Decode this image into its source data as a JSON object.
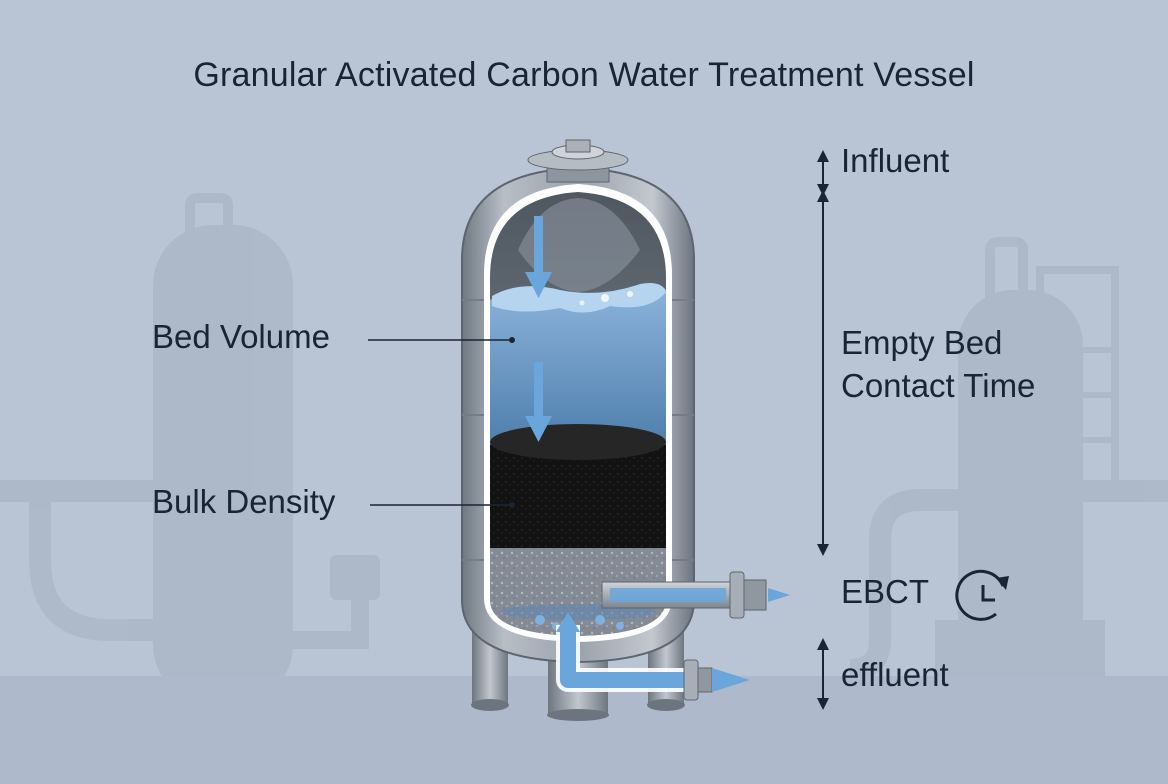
{
  "title": "Granular Activated Carbon Water Treatment Vessel",
  "labels": {
    "influent": "Influent",
    "bed_volume": "Bed Volume",
    "ebct_line1": "Empty Bed",
    "ebct_line2": "Contact Time",
    "bulk_density": "Bulk Density",
    "ebct_abbrev": "EBCT",
    "effluent": "effluent"
  },
  "icons": {
    "flow_direction": "arrow-down-icon",
    "timer": "clock-refresh-icon"
  },
  "colors": {
    "background": "#b9c5d4",
    "vessel_shell": "#8c95a0",
    "water": "#6e9cc8",
    "carbon_bed": "#151515",
    "support_gravel": "#8a9099",
    "flow_arrow": "#6aa6dc",
    "text": "#1a2533"
  }
}
